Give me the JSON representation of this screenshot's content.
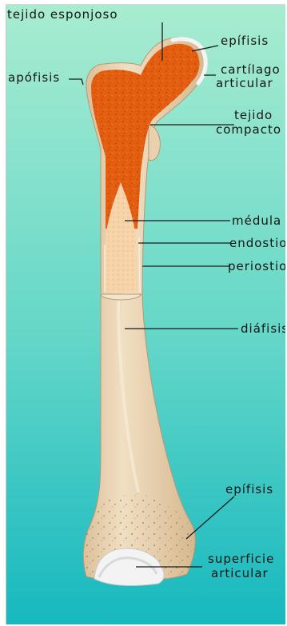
{
  "colors": {
    "background_top": "#a8ecd0",
    "background_bottom": "#16b8bf",
    "bone": "#ead4b1",
    "spongy_tissue": "#e25d10",
    "marrow": "#f6d2a8",
    "cartilage": "#f2f2f2"
  },
  "labels": {
    "tejido_esponjoso": "tejido esponjoso",
    "epifisis_top": "epífisis",
    "apofisis": "apófisis",
    "cartilago_line1": "cartílago",
    "cartilago_line2": "articular",
    "compacto_line1": "tejido",
    "compacto_line2": "compacto",
    "medula": "médula",
    "endostio": "endostio",
    "periostio": "periostio",
    "diafisis": "diáfisis",
    "epifisis_bottom": "epífisis",
    "superficie_line1": "superficie",
    "superficie_line2": "articular"
  }
}
